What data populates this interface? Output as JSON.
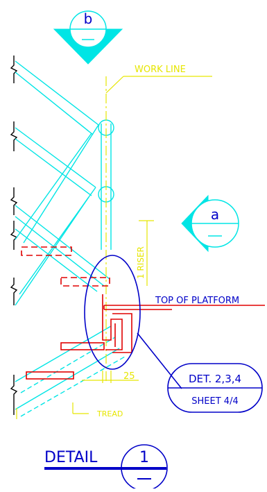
{
  "section_b": {
    "letter": "b"
  },
  "section_a": {
    "letter": "a"
  },
  "labels": {
    "work_line": "WORK LINE",
    "riser": "1 RISER",
    "top_of_platform": "TOP OF PLATFORM",
    "dimension": "25",
    "tread": "TREAD"
  },
  "reference": {
    "detail_ref": "DET. 2,3,4",
    "sheet_ref": "SHEET 4/4"
  },
  "title": {
    "label": "DETAIL",
    "number": "1"
  },
  "colors": {
    "structure": "#00e5e5",
    "dimensions": "#e6e600",
    "steel": "#e00000",
    "callout": "#0000c8",
    "break_lines": "#000000"
  }
}
